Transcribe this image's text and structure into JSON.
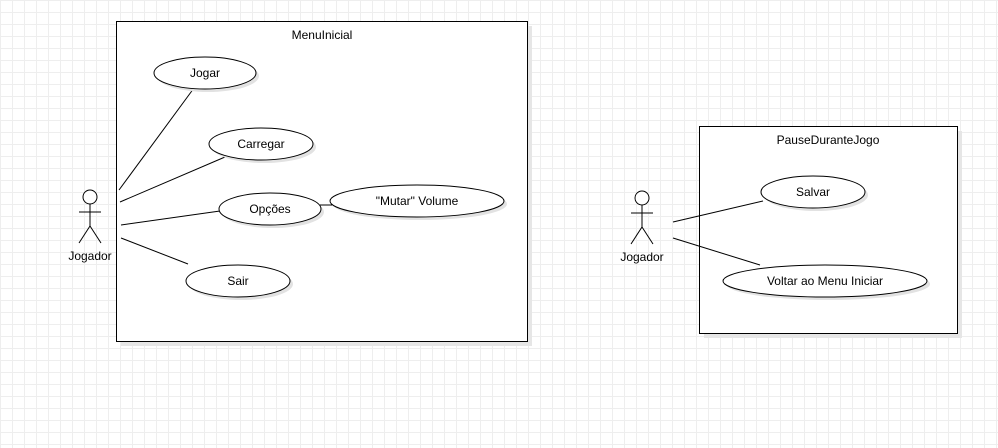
{
  "boundaries": [
    {
      "id": "menu",
      "title": "MenuInicial"
    },
    {
      "id": "pause",
      "title": "PauseDuranteJogo"
    }
  ],
  "actors": [
    {
      "id": "actor1",
      "label": "Jogador"
    },
    {
      "id": "actor2",
      "label": "Jogador"
    }
  ],
  "use_cases": {
    "jogar": "Jogar",
    "carregar": "Carregar",
    "opcoes": "Opções",
    "mutar": "\"Mutar\" Volume",
    "sair": "Sair",
    "salvar": "Salvar",
    "voltar": "Voltar ao Menu Iniciar"
  }
}
